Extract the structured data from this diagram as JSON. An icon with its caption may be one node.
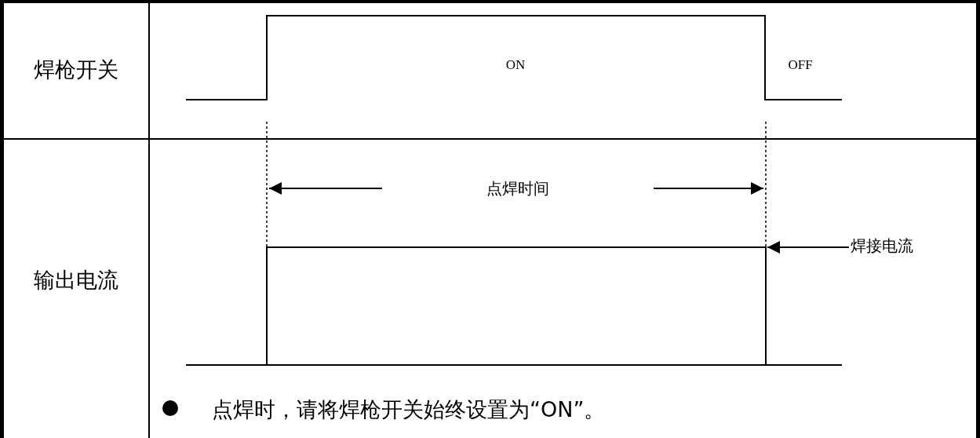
{
  "diagram": {
    "nodes": [
      {
        "text": [],
        "shape": "line"
      },
      {
        "text": [
          "焊接电流"
        ]
      }
    ],
    "edges": [
      {
        "from": 1,
        "to": 0,
        "arrow": "to"
      }
    ],
    "labels": [
      "焊枪开关",
      "ON",
      "OFF",
      "输出电流",
      "点焊时间",
      "点焊时，请将焊枪开关始终设置为“ON”。"
    ]
  }
}
